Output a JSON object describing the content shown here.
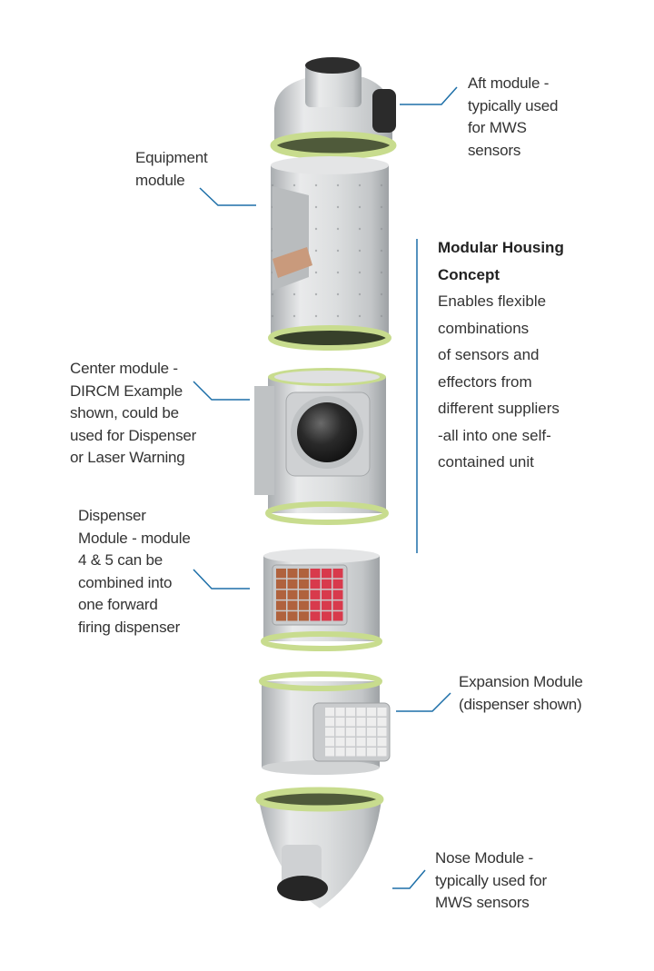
{
  "colors": {
    "accent_line": "#1d6fa8",
    "metal": "#d6d8d9",
    "flange": "#c8dc8e",
    "dark_lens": "#2b2b2b",
    "copper_cell": "#b0623d",
    "red_cell": "#d83a4c",
    "white_cell": "#eeeeee"
  },
  "callouts": {
    "aft": {
      "lines": [
        "Aft module -",
        "typically used",
        "for MWS",
        "sensors"
      ]
    },
    "equipment": {
      "lines": [
        "Equipment",
        "module"
      ]
    },
    "center": {
      "lines": [
        "Center module -",
        "DIRCM Example",
        "shown, could be",
        "used for Dispenser",
        "or Laser Warning"
      ]
    },
    "dispenser": {
      "lines": [
        "Dispenser",
        "Module - module",
        "4 & 5 can be",
        "combined into",
        "one forward",
        "firing dispenser"
      ]
    },
    "expansion": {
      "lines": [
        "Expansion Module",
        "(dispenser shown)"
      ]
    },
    "nose": {
      "lines": [
        "Nose Module -",
        "typically used for",
        "MWS sensors"
      ]
    }
  },
  "concept": {
    "title_lines": [
      "Modular Housing",
      "Concept"
    ],
    "body_lines": [
      "Enables flexible",
      "combinations",
      "of sensors and",
      "effectors from",
      "different suppliers",
      "-all into one self-",
      "contained unit"
    ]
  },
  "modules": [
    {
      "id": "aft",
      "icon": "aft-module-icon"
    },
    {
      "id": "equipment",
      "icon": "equipment-module-icon"
    },
    {
      "id": "center",
      "icon": "center-module-icon"
    },
    {
      "id": "dispenser",
      "icon": "dispenser-module-icon"
    },
    {
      "id": "expansion",
      "icon": "expansion-module-icon"
    },
    {
      "id": "nose",
      "icon": "nose-module-icon"
    }
  ]
}
